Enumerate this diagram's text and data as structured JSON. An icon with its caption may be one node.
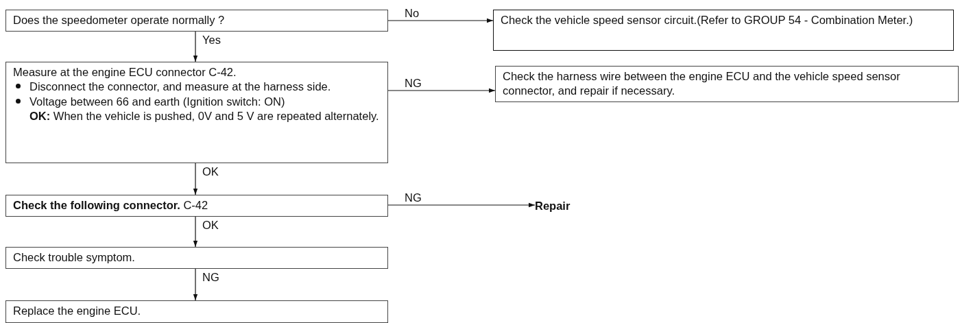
{
  "diagram": {
    "nodes": [
      {
        "text": [
          "Does the speedometer operate normally ?"
        ]
      },
      {
        "text": [
          "Check the vehicle speed sensor circuit.(Refer to GROUP 54 - Combination Meter.)"
        ]
      },
      {
        "text": [
          "Measure at the engine ECU connector C-42.",
          "Disconnect the connector, and measure at the harness side.",
          "Voltage between 66 and earth (Ignition switch: ON)",
          "**OK:** When the vehicle is pushed, 0V and 5 V are repeated alternately."
        ]
      },
      {
        "text": [
          "Check the harness wire between the engine ECU and the vehicle speed sensor connector, and repair if necessary."
        ]
      },
      {
        "text": [
          "**Check the following connector.** C-42"
        ]
      },
      {
        "text": [
          "Repair"
        ]
      },
      {
        "text": [
          "Check trouble symptom."
        ]
      },
      {
        "text": [
          "Replace the engine ECU."
        ]
      }
    ],
    "edges": [
      {
        "from": 0,
        "to": 1,
        "arrow": "to",
        "label": "No"
      },
      {
        "from": 0,
        "to": 2,
        "arrow": "to",
        "label": "Yes"
      },
      {
        "from": 2,
        "to": 3,
        "arrow": "to",
        "label": "NG"
      },
      {
        "from": 2,
        "to": 4,
        "arrow": "to",
        "label": "OK"
      },
      {
        "from": 4,
        "to": 5,
        "arrow": "to",
        "label": "NG"
      },
      {
        "from": 4,
        "to": 6,
        "arrow": "to",
        "label": "OK"
      },
      {
        "from": 6,
        "to": 7,
        "arrow": "to",
        "label": "NG"
      }
    ]
  }
}
